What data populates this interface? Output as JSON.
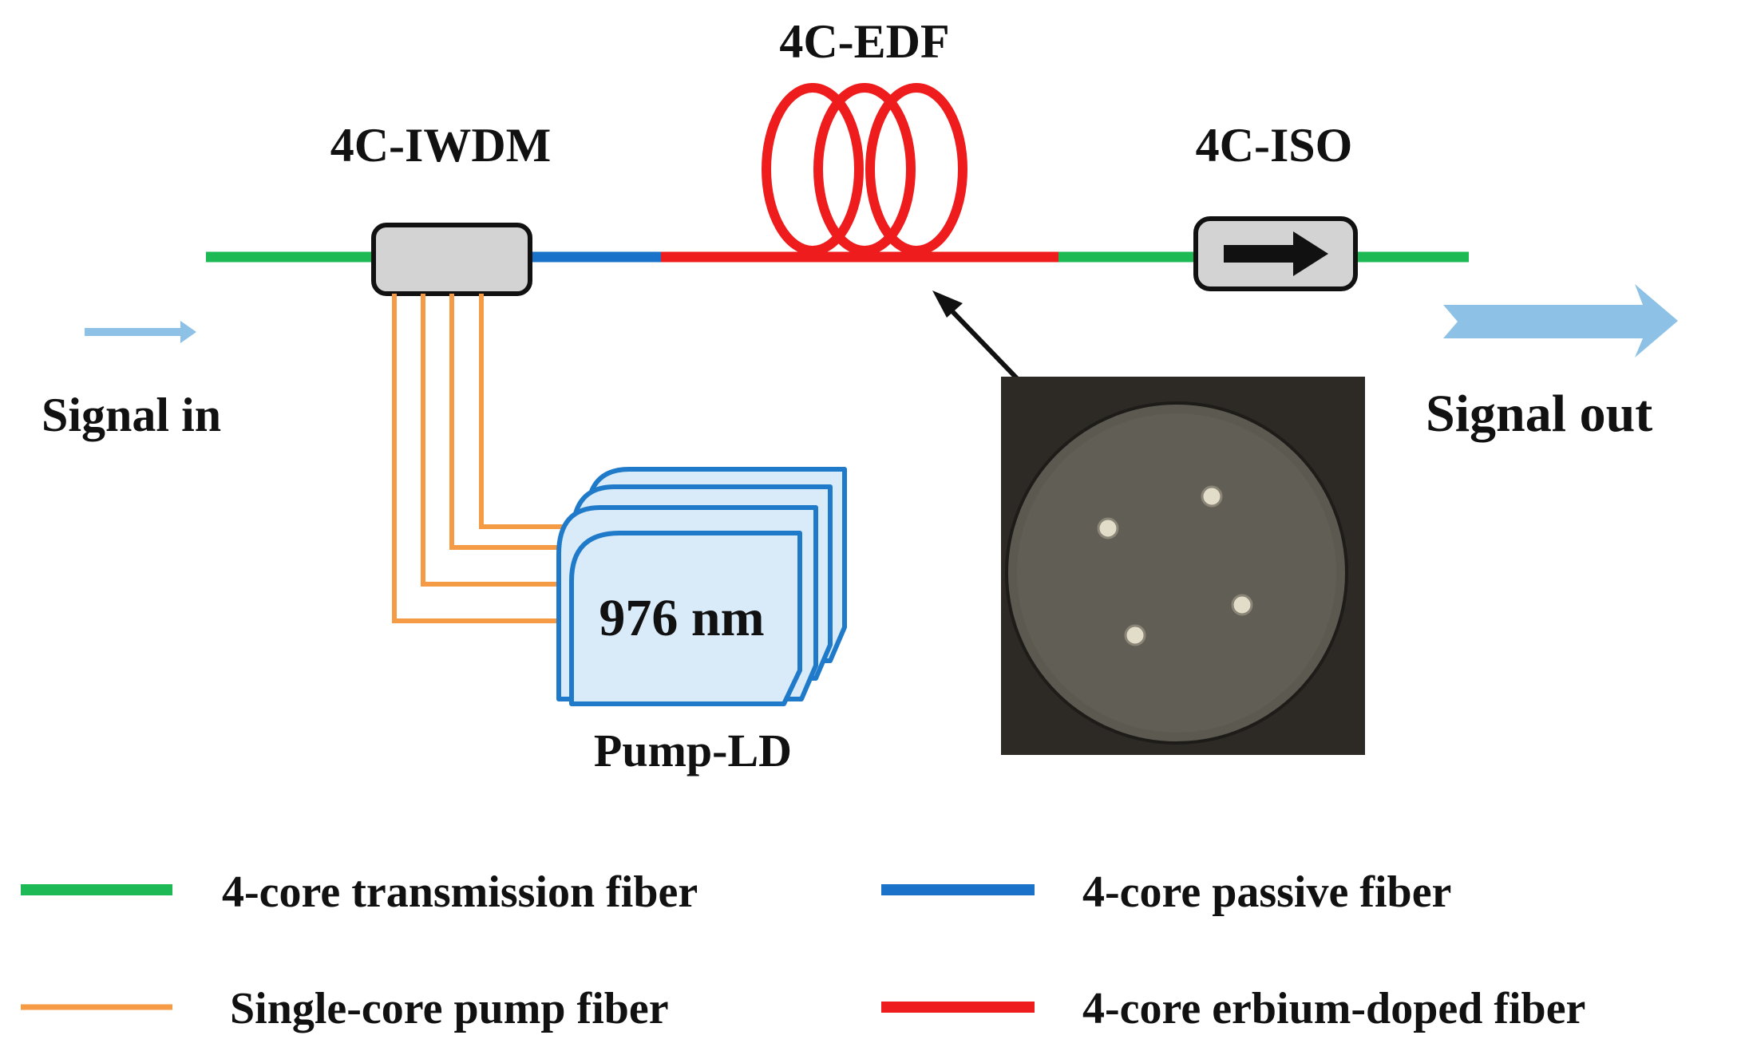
{
  "colors": {
    "transmission": "#1db954",
    "passive": "#1a73c8",
    "pump": "#f59a45",
    "erbium": "#ee1c1c",
    "signal_arrow": "#8ec1e6",
    "ld_fill": "#d9ebf9",
    "ld_stroke": "#1f7ac9",
    "component_fill": "#d3d3d3",
    "photo_bg": "#2d2a25",
    "photo_disk": "#5c5950"
  },
  "labels": {
    "edf": "4C-EDF",
    "iwdm": "4C-IWDM",
    "iso": "4C-ISO",
    "signal_in": "Signal in",
    "signal_out": "Signal out",
    "pump_wavelength": "976 nm",
    "pump_ld": "Pump-LD"
  },
  "legend": [
    {
      "label": "4-core transmission fiber",
      "color_key": "transmission"
    },
    {
      "label": "4-core passive fiber",
      "color_key": "passive"
    },
    {
      "label": "Single-core pump fiber",
      "color_key": "pump"
    },
    {
      "label": "4-core erbium-doped fiber",
      "color_key": "erbium"
    }
  ],
  "icons": {
    "isolator_direction": "right-arrow-icon",
    "fiber_coil": "coil-icon",
    "fiber_cross_section": "photo-icon"
  }
}
